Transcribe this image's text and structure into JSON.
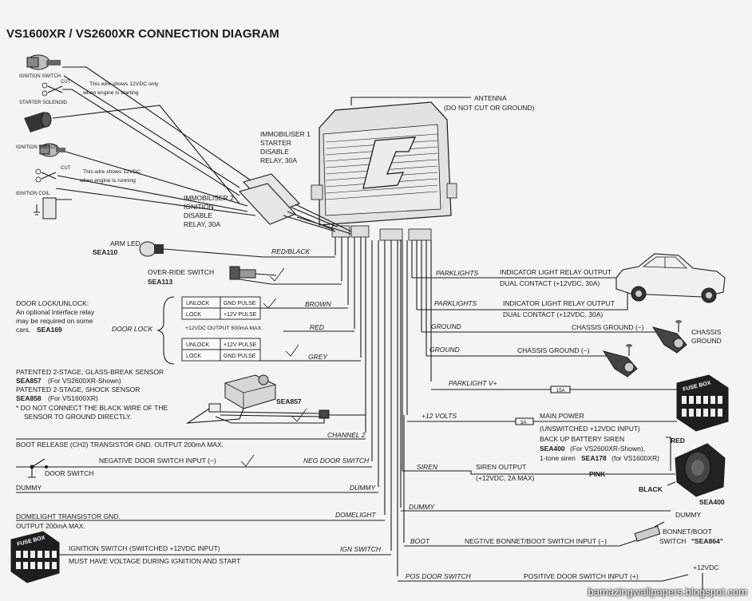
{
  "title": "VS1600XR / VS2600XR CONNECTION DIAGRAM",
  "watermark": "bamazingwallpapers.blogspot.com",
  "top_left": {
    "ignition_switch": "IGNITION SWITCH",
    "cut1": "CUT",
    "starter_solenoid": "STARTER SOLENOID",
    "note1a": "This wire shows 12VDC only",
    "note1b": "when engine is starting",
    "ignition_switch2": "IGNITION SWITCH",
    "cut2": "CUT",
    "ignition_coil": "IGNITION COIL",
    "note2a": "This wire shows 12VDC",
    "note2b": "when engine is running"
  },
  "labels": {
    "antenna": "ANTENNA",
    "antenna_note": "(DO NOT CUT OR GROUND)",
    "imm1": [
      "IMMOBILISER 1",
      "STARTER",
      "DISABLE",
      "RELAY, 30A"
    ],
    "imm2": [
      "IMMOBILISER 2",
      "IGNITION",
      "DISABLE",
      "RELAY, 30A"
    ],
    "arm_led": "ARM LED",
    "sea110": "SEA110",
    "red_black": "RED/BLACK",
    "override": "OVER-RIDE SWITCH",
    "sea113": "SEA113",
    "door_lock_unlock": "DOOR LOCK/UNLOCK:",
    "dl_note1": "An optional interface relay",
    "dl_note2": "may be required on some",
    "dl_note3": "cars.",
    "sea169": "SEA169",
    "door_lock": "DOOR LOCK",
    "brown": "BROWN",
    "red": "RED",
    "grey": "GREY",
    "plus12_output": "+12VDC OUTPUT 500mA MAX.",
    "unlock": "UNLOCK",
    "lock": "LOCK",
    "gnd_pulse": "GND PULSE",
    "plus12_pulse": "+12V PULSE",
    "sensor1": "PATENTED 2-STAGE, GLASS-BREAK SENSOR",
    "sea857": "SEA857",
    "sea857_note": "(For VS2600XR-Shown)",
    "sensor2": "PATENTED 2-STAGE, SHOCK SENSOR",
    "sea858": "SEA858",
    "sea858_note": "(For VS1600XR)",
    "sensor_warn1": "*  DO NOT CONNECT THE BLACK WIRE OF THE",
    "sensor_warn2": "SENSOR TO GROUND DIRECTLY.",
    "sea857_tag": "SEA857",
    "boot_release": "BOOT RELEASE (CH2) TRANSISTOR GND. OUTPUT 200mA MAX.",
    "channel2": "CHANNEL 2",
    "neg_door_input": "NEGATIVE DOOR SWITCH INPUT (−)",
    "neg_door_switch": "NEG DOOR SWITCH",
    "door_switch": "DOOR SWITCH",
    "dummy": "DUMMY",
    "domelight1": "DOMELIGHT TRANSISTOR GND.",
    "domelight2": "OUTPUT 200mA MAX.",
    "domelight": "DOMELIGHT",
    "ign_switch_input": "IGNITION SWITCH (SWITCHED +12VDC INPUT)",
    "ign_note": "MUST HAVE VOLTAGE DURING IGNITION AND START",
    "ign_switch": "IGN SWITCH",
    "fuse_box": "FUSE BOX",
    "parklights": "PARKLIGHTS",
    "ind1": "INDICATOR LIGHT RELAY OUTPUT",
    "dual1": "DUAL CONTACT (+12VDC, 30A)",
    "ind2": "INDICATOR LIGHT RELAY OUTPUT",
    "dual2": "DUAL CONTACT (+12VDC, 30A)",
    "ground": "GROUND",
    "chassis_ground": "CHASSIS GROUND (−)",
    "chassis": "CHASSIS",
    "ground_c": "GROUND",
    "parklight_v": "PARKLIGHT V+",
    "fuse_15a": "15A",
    "plus12_volts": "+12 VOLTS",
    "fuse_3a": "3A",
    "main_power": "MAIN POWER",
    "unswitched": "(UNSWITCHED +12VDC INPUT)",
    "backup1": "BACK UP BATTERY SIREN",
    "sea400": "SEA400",
    "backup2": "(For VS2600XR-Shown),",
    "backup3": "1-tone siren",
    "sea178": "SEA178",
    "backup4": "(for VS1600XR)",
    "siren": "SIREN",
    "siren_output": "SIREN OUTPUT",
    "siren_spec": "(+12VDC, 2A MAX)",
    "pink": "PINK",
    "red_s": "RED",
    "black_s": "BLACK",
    "sea400_tag": "SEA400",
    "dummy_r": "DUMMY",
    "boot": "BOOT",
    "neg_bonnet": "NEGTIVE BONNET/BOOT SWITCH INPUT (−)",
    "bonnet1": "BONNET/BOOT",
    "bonnet2": "SWITCH",
    "sea864": "\"SEA864\"",
    "pos_door": "POS DOOR SWITCH",
    "pos_input": "POSITIVE DOOR SWITCH INPUT (+)",
    "plus12vdc": "+12VDC"
  }
}
